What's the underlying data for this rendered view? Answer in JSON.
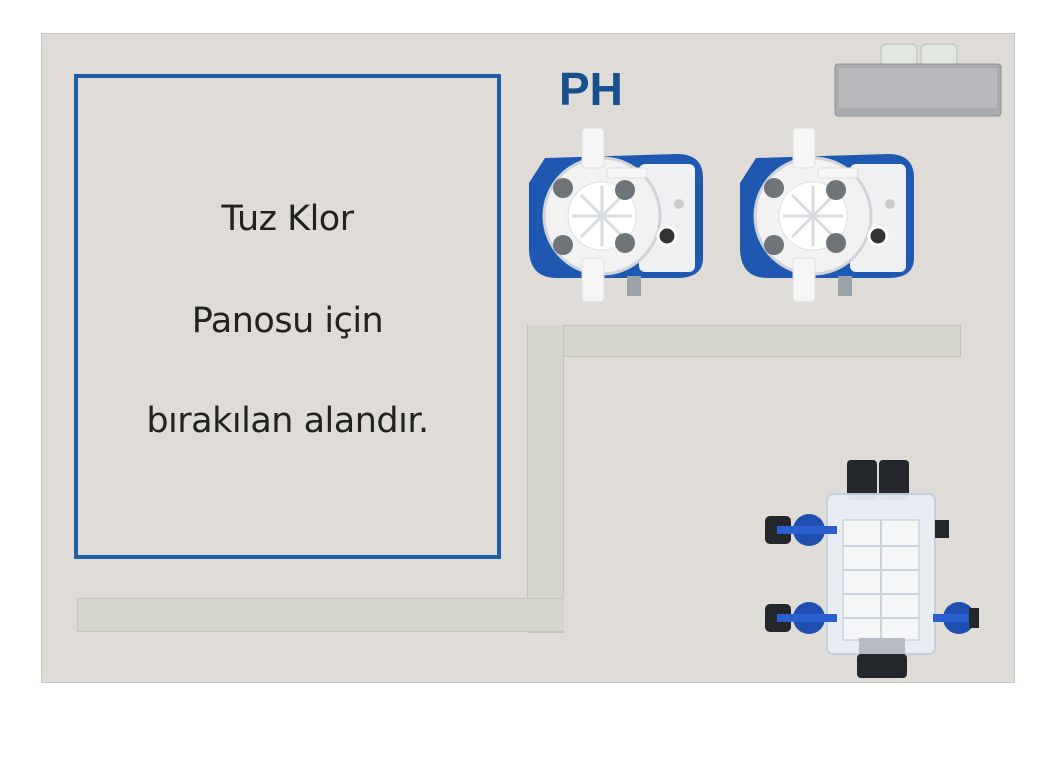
{
  "reserved_area": {
    "lines": [
      "Tuz Klor",
      "Panosu için",
      "bırakılan alandır."
    ]
  },
  "ph_label": "PH",
  "colors": {
    "panel": "#dfdcd7",
    "frame_blue": "#1d5fa9",
    "ph_text": "#17508c",
    "pump_blue": "#1f58b0",
    "duct": "#d5d7cc"
  }
}
